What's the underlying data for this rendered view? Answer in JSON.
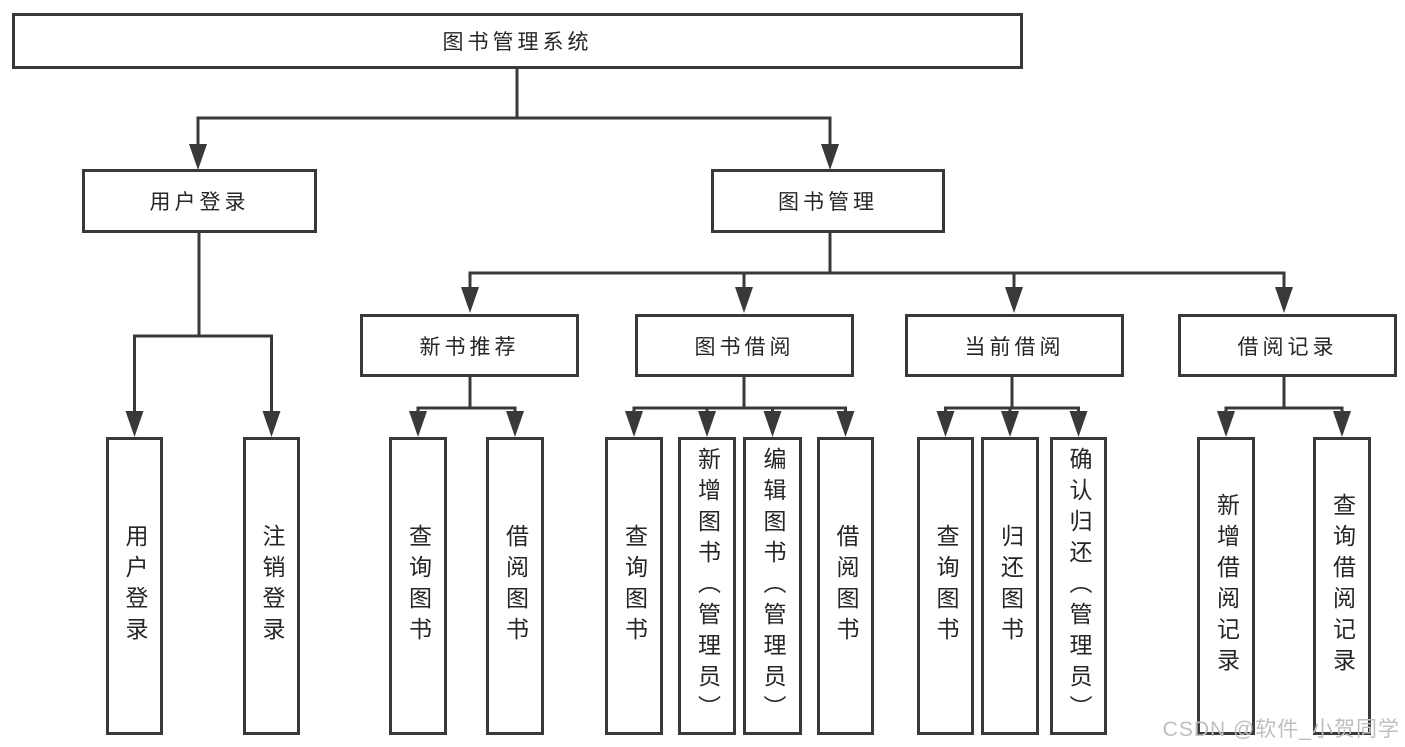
{
  "diagram": {
    "root": {
      "label": "图书管理系统"
    },
    "branches": [
      {
        "label": "用户登录",
        "children": [
          {
            "label": "用户登录"
          },
          {
            "label": "注销登录"
          }
        ]
      },
      {
        "label": "图书管理",
        "sections": [
          {
            "label": "新书推荐",
            "children": [
              {
                "label": "查询图书"
              },
              {
                "label": "借阅图书"
              }
            ]
          },
          {
            "label": "图书借阅",
            "children": [
              {
                "label": "查询图书"
              },
              {
                "label": "新增图书（管理员）"
              },
              {
                "label": "编辑图书（管理员）"
              },
              {
                "label": "借阅图书"
              }
            ]
          },
          {
            "label": "当前借阅",
            "children": [
              {
                "label": "查询图书"
              },
              {
                "label": "归还图书"
              },
              {
                "label": "确认归还（管理员）"
              }
            ]
          },
          {
            "label": "借阅记录",
            "children": [
              {
                "label": "新增借阅记录"
              },
              {
                "label": "查询借阅记录"
              }
            ]
          }
        ]
      }
    ]
  },
  "watermark": {
    "text": "CSDN @软件_小贺同学"
  },
  "colors": {
    "line": "#39393b",
    "text": "#262628",
    "background": "#ffffff",
    "watermark": "#c1bdc0"
  }
}
